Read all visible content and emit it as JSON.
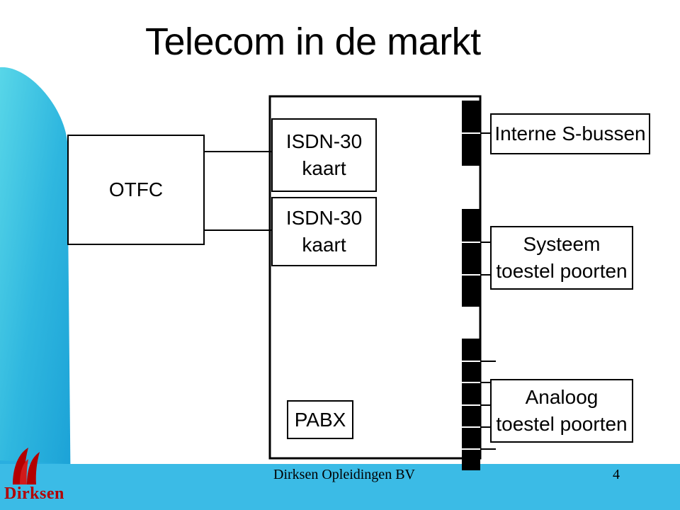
{
  "slide": {
    "title": "Telecom in de markt",
    "boxes": {
      "otfc": "OTFC",
      "isdn1": [
        "ISDN-30",
        "kaart"
      ],
      "isdn2": [
        "ISDN-30",
        "kaart"
      ],
      "pabx": "PABX",
      "interne": "Interne S-bussen",
      "systeem": [
        "Systeem",
        "toestel poorten"
      ],
      "analoog": [
        "Analoog",
        "toestel poorten"
      ]
    },
    "footer": {
      "company": "Dirksen Opleidingen BV",
      "page": "4"
    },
    "logo": {
      "text": "Dirksen"
    }
  },
  "colors": {
    "background": "#ffffff",
    "wave_dark": "#1ea3d8",
    "wave_light": "#4fd0e6",
    "logo_red": "#b30000",
    "line": "#000000"
  }
}
